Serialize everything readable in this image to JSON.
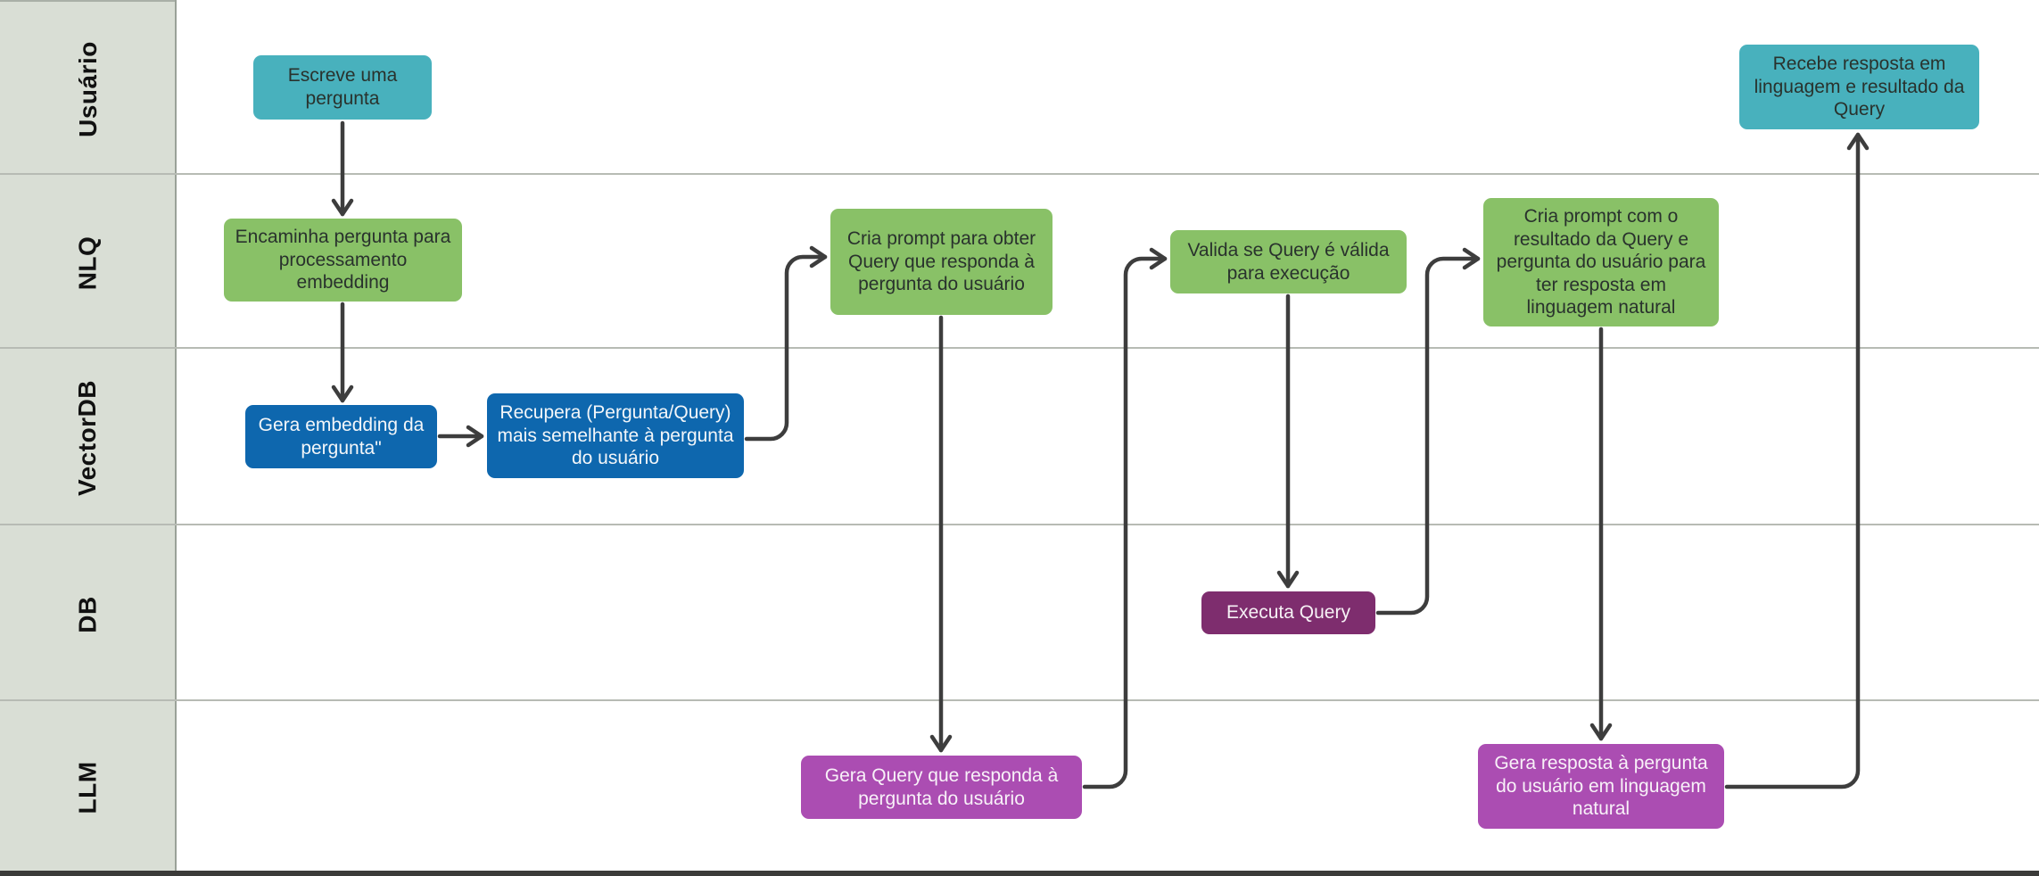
{
  "diagram": {
    "title": "Swimlane flowchart: NLQ (natural language query) pipeline",
    "lanes": [
      {
        "id": "usuario",
        "label": "Usuário"
      },
      {
        "id": "nlq",
        "label": "NLQ"
      },
      {
        "id": "vectordb",
        "label": "VectorDB"
      },
      {
        "id": "db",
        "label": "DB"
      },
      {
        "id": "llm",
        "label": "LLM"
      }
    ],
    "nodes": [
      {
        "id": "escreve-pergunta",
        "lane": "usuario",
        "color": "teal",
        "label": "Escreve uma pergunta"
      },
      {
        "id": "encaminha-pergunta",
        "lane": "nlq",
        "color": "green",
        "label": "Encaminha pergunta para processamento embedding"
      },
      {
        "id": "gera-embedding",
        "lane": "vectordb",
        "color": "blue",
        "label": "Gera embedding da pergunta\""
      },
      {
        "id": "recupera-semelhante",
        "lane": "vectordb",
        "color": "blue",
        "label": "Recupera (Pergunta/Query) mais semelhante à pergunta do usuário"
      },
      {
        "id": "cria-prompt-query",
        "lane": "nlq",
        "color": "green",
        "label": "Cria prompt para obter Query que responda à pergunta do usuário"
      },
      {
        "id": "gera-query",
        "lane": "llm",
        "color": "magenta",
        "label": "Gera Query que responda à pergunta do usuário"
      },
      {
        "id": "valida-query",
        "lane": "nlq",
        "color": "green",
        "label": "Valida se Query é válida para execução"
      },
      {
        "id": "executa-query",
        "lane": "db",
        "color": "purple",
        "label": "Executa Query"
      },
      {
        "id": "cria-prompt-resposta",
        "lane": "nlq",
        "color": "green",
        "label": "Cria prompt com o resultado da Query e pergunta do usuário para ter resposta em linguagem natural"
      },
      {
        "id": "gera-resposta",
        "lane": "llm",
        "color": "magenta",
        "label": "Gera resposta à pergunta do usuário em linguagem natural"
      },
      {
        "id": "recebe-resposta",
        "lane": "usuario",
        "color": "teal",
        "label": "Recebe resposta em linguagem e resultado da Query"
      }
    ],
    "connectors": [
      {
        "from": "escreve-pergunta",
        "to": "encaminha-pergunta"
      },
      {
        "from": "encaminha-pergunta",
        "to": "gera-embedding"
      },
      {
        "from": "gera-embedding",
        "to": "recupera-semelhante"
      },
      {
        "from": "recupera-semelhante",
        "to": "cria-prompt-query"
      },
      {
        "from": "cria-prompt-query",
        "to": "gera-query"
      },
      {
        "from": "gera-query",
        "to": "valida-query"
      },
      {
        "from": "valida-query",
        "to": "executa-query"
      },
      {
        "from": "executa-query",
        "to": "cria-prompt-resposta"
      },
      {
        "from": "cria-prompt-resposta",
        "to": "gera-resposta"
      },
      {
        "from": "gera-resposta",
        "to": "recebe-resposta"
      }
    ],
    "colors": {
      "teal": {
        "bg": "#48b1bd",
        "fg": "#29322d"
      },
      "green": {
        "bg": "#89c167",
        "fg": "#29322d"
      },
      "blue": {
        "bg": "#0e67ae",
        "fg": "#f3f6f9"
      },
      "purple": {
        "bg": "#7e2d6e",
        "fg": "#f6f1f5"
      },
      "magenta": {
        "bg": "#ab4db2",
        "fg": "#f8f1f8"
      },
      "arrow": "#3d3d3d",
      "lane_label_bg": "#d9ded5",
      "lane_border": "#b7bbb4",
      "bottom_bar": "#3b3b39"
    }
  }
}
